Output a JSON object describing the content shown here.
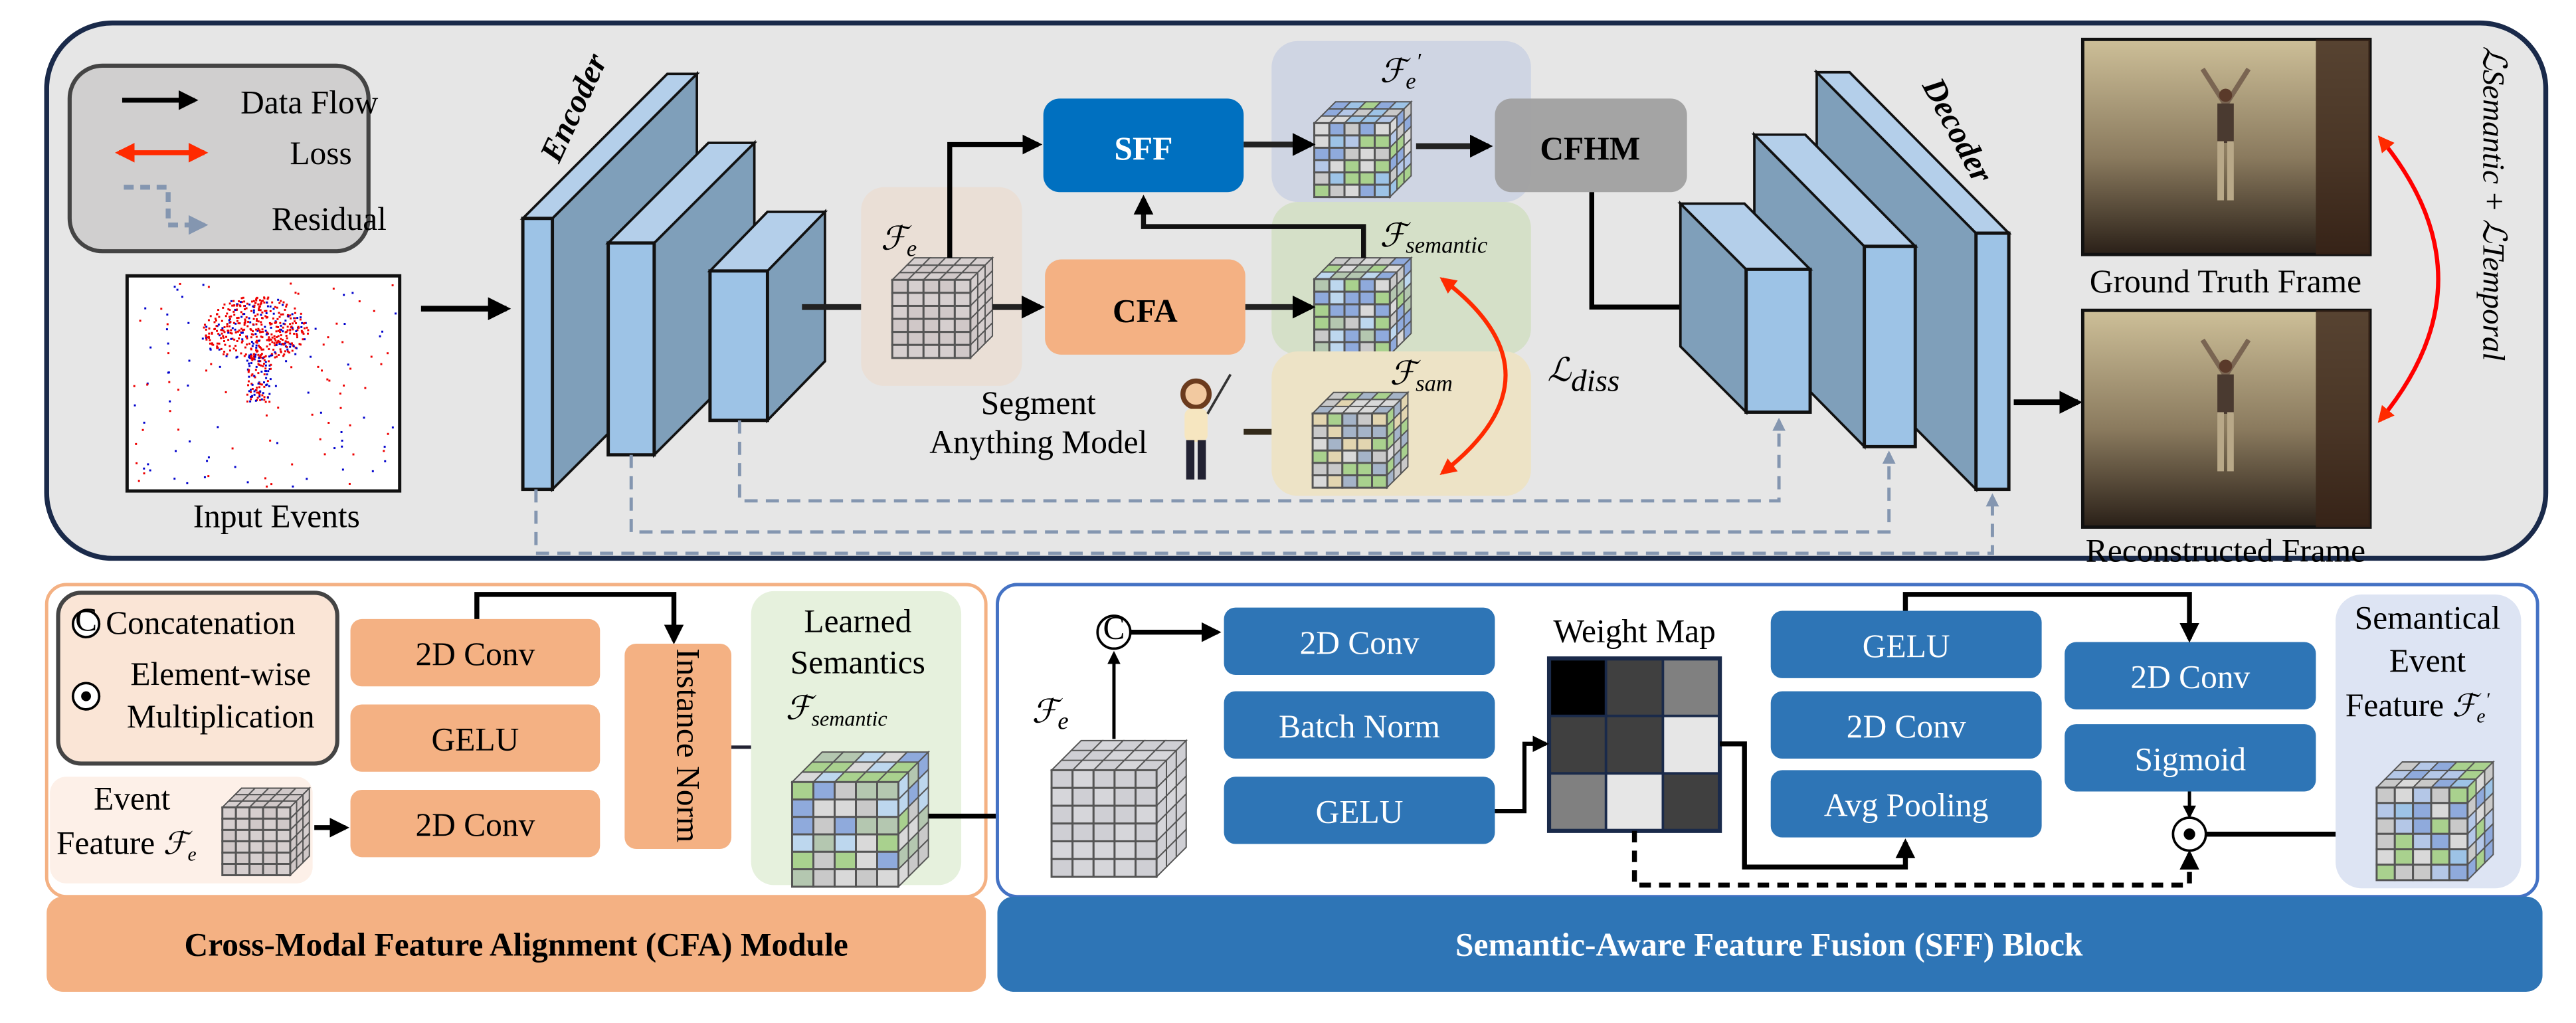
{
  "legend": {
    "data_flow": "Data Flow",
    "loss": "Loss",
    "residual": "Residual"
  },
  "encoder_label": "Encoder",
  "decoder_label": "Decoder",
  "input_events_label": "Input Events",
  "fe": {
    "base": "ℱ",
    "sub": "e"
  },
  "fe_prime": {
    "base": "ℱ",
    "sub": "e",
    "prime": "′"
  },
  "f_semantic": {
    "base": "ℱ",
    "sub": "semantic"
  },
  "f_sam": {
    "base": "ℱ",
    "sub": "sam"
  },
  "sff_label": "SFF",
  "cfa_label": "CFA",
  "cfhm_label": "CFHM",
  "sam_label": {
    "line1": "Segment",
    "line2": "Anything Model"
  },
  "l_diss": {
    "base": "ℒ",
    "sub": "diss"
  },
  "ground_truth_label": "Ground Truth Frame",
  "reconstructed_label": "Reconstructed Frame",
  "total_loss": {
    "l1": "ℒ",
    "s1": "Semantic",
    "plus": " + ",
    "l2": "ℒ",
    "s2": "Temporal"
  },
  "cfa_module": {
    "legend": {
      "concat_symbol": "C",
      "concat": "Concatenation",
      "mult1": "Element-wise",
      "mult2": "Multiplication"
    },
    "event_feature": {
      "line1": "Event",
      "line2": "Feature"
    },
    "conv1": "2D Conv",
    "gelu": "GELU",
    "conv2": "2D Conv",
    "instance_norm": "Instance Norm",
    "learned": {
      "line1": "Learned",
      "line2": "Semantics"
    },
    "title": "Cross-Modal Feature Alignment (CFA) Module"
  },
  "sff_module": {
    "concat_symbol": "C",
    "col1": [
      "2D Conv",
      "Batch Norm",
      "GELU"
    ],
    "weight_map": "Weight Map",
    "col2": [
      "GELU",
      "2D Conv",
      "Avg Pooling"
    ],
    "col3": [
      "2D Conv",
      "Sigmoid"
    ],
    "output": {
      "line1": "Semantical",
      "line2": "Event",
      "line3": "Feature"
    },
    "title": "Semantic-Aware Feature Fusion (SFF) Block"
  },
  "colors": {
    "sff_blue": "#0070c0",
    "block_blue": "#2e75b6",
    "cfa_orange": "#f4b183",
    "cfhm_gray": "#a0a0a0",
    "loss_red": "#ff2a00",
    "residual": "#8496b0",
    "panel_bg": "#e6e6e6",
    "slab_front": "#9dc3e6",
    "slab_side": "#7f9fba"
  }
}
